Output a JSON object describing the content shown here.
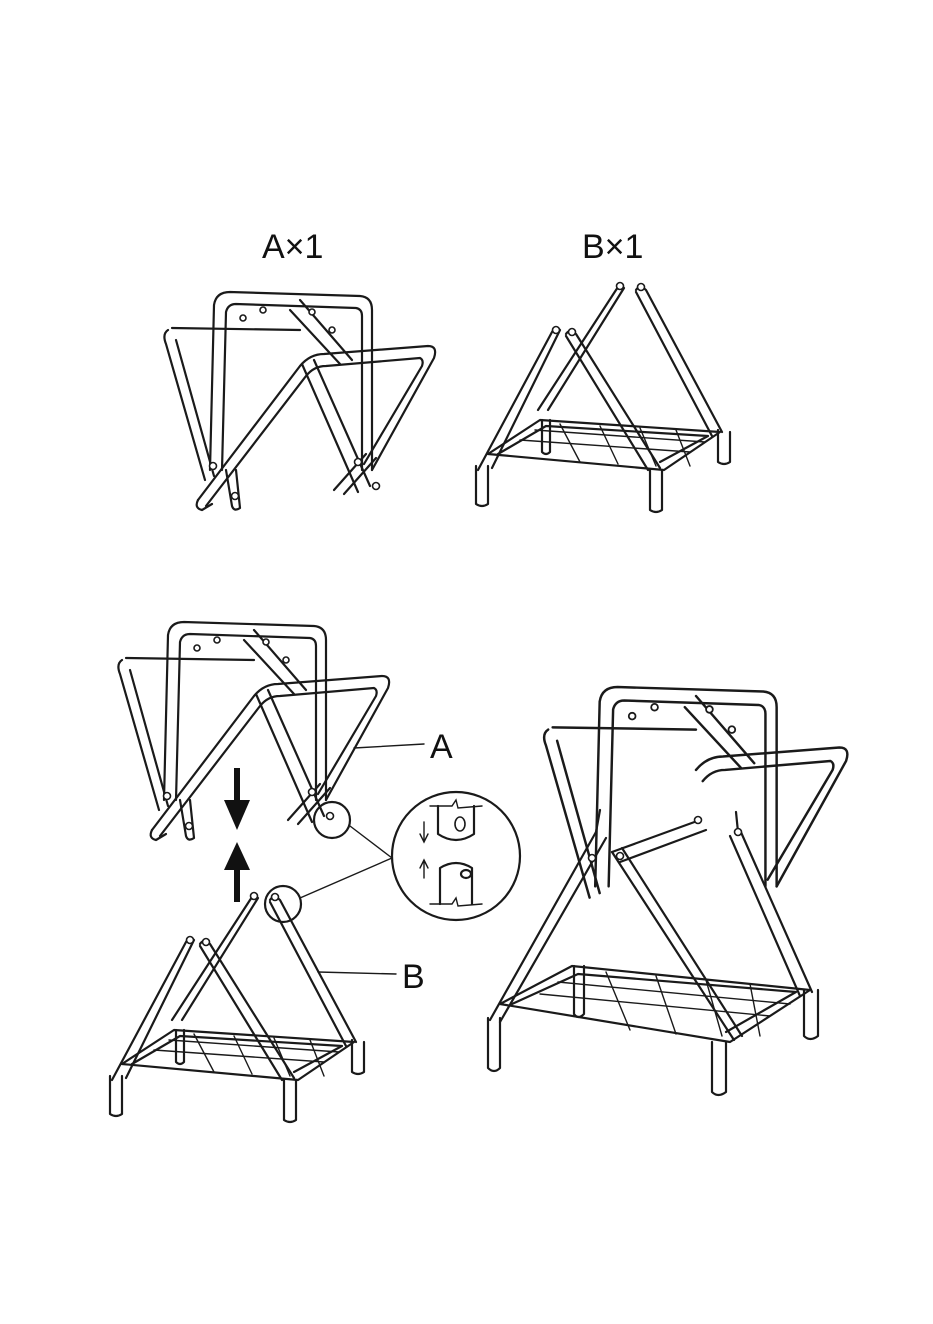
{
  "parts": {
    "a_count": "A×1",
    "b_count": "B×1"
  },
  "callouts": {
    "a": "A",
    "b": "B"
  },
  "icons": {
    "down_arrow": "arrow-down-icon",
    "up_arrow": "arrow-up-icon"
  },
  "colors": {
    "line": "#1a1a1a",
    "background": "#ffffff"
  }
}
